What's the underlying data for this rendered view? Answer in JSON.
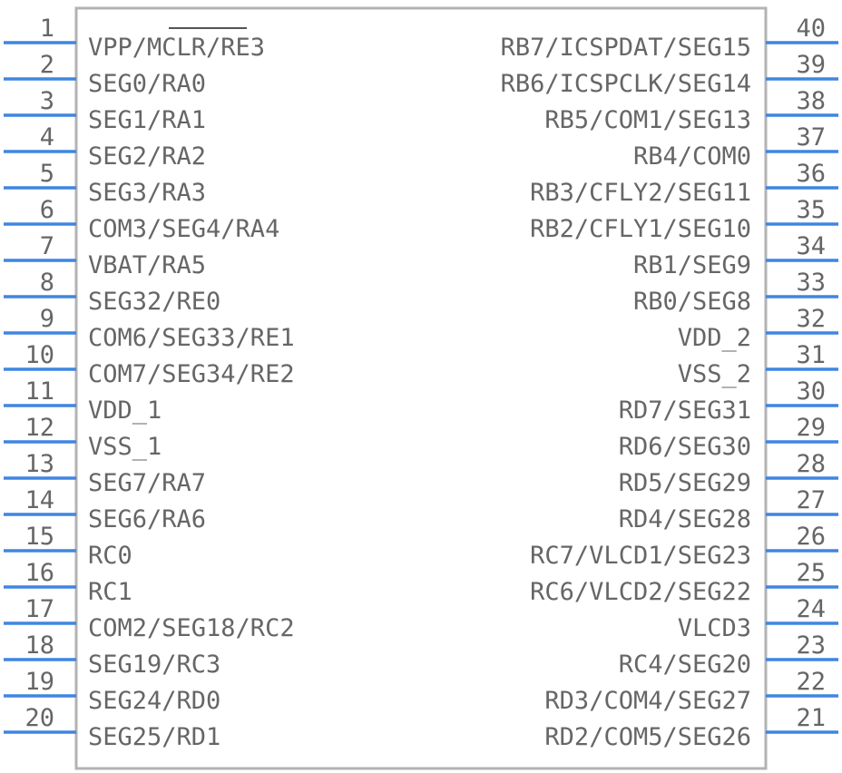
{
  "component": {
    "left_pins": [
      {
        "num": "1",
        "label": "VPP/MCLR/RE3"
      },
      {
        "num": "2",
        "label": "SEG0/RA0"
      },
      {
        "num": "3",
        "label": "SEG1/RA1"
      },
      {
        "num": "4",
        "label": "SEG2/RA2"
      },
      {
        "num": "5",
        "label": "SEG3/RA3"
      },
      {
        "num": "6",
        "label": "COM3/SEG4/RA4"
      },
      {
        "num": "7",
        "label": "VBAT/RA5"
      },
      {
        "num": "8",
        "label": "SEG32/RE0"
      },
      {
        "num": "9",
        "label": "COM6/SEG33/RE1"
      },
      {
        "num": "10",
        "label": "COM7/SEG34/RE2"
      },
      {
        "num": "11",
        "label": "VDD_1"
      },
      {
        "num": "12",
        "label": "VSS_1"
      },
      {
        "num": "13",
        "label": "SEG7/RA7"
      },
      {
        "num": "14",
        "label": "SEG6/RA6"
      },
      {
        "num": "15",
        "label": "RC0"
      },
      {
        "num": "16",
        "label": "RC1"
      },
      {
        "num": "17",
        "label": "COM2/SEG18/RC2"
      },
      {
        "num": "18",
        "label": "SEG19/RC3"
      },
      {
        "num": "19",
        "label": "SEG24/RD0"
      },
      {
        "num": "20",
        "label": "SEG25/RD1"
      }
    ],
    "right_pins": [
      {
        "num": "40",
        "label": "RB7/ICSPDAT/SEG15"
      },
      {
        "num": "39",
        "label": "RB6/ICSPCLK/SEG14"
      },
      {
        "num": "38",
        "label": "RB5/COM1/SEG13"
      },
      {
        "num": "37",
        "label": "RB4/COM0"
      },
      {
        "num": "36",
        "label": "RB3/CFLY2/SEG11"
      },
      {
        "num": "35",
        "label": "RB2/CFLY1/SEG10"
      },
      {
        "num": "34",
        "label": "RB1/SEG9"
      },
      {
        "num": "33",
        "label": "RB0/SEG8"
      },
      {
        "num": "32",
        "label": "VDD_2"
      },
      {
        "num": "31",
        "label": "VSS_2"
      },
      {
        "num": "30",
        "label": "RD7/SEG31"
      },
      {
        "num": "29",
        "label": "RD6/SEG30"
      },
      {
        "num": "28",
        "label": "RD5/SEG29"
      },
      {
        "num": "27",
        "label": "RD4/SEG28"
      },
      {
        "num": "26",
        "label": "RC7/VLCD1/SEG23"
      },
      {
        "num": "25",
        "label": "RC6/VLCD2/SEG22"
      },
      {
        "num": "24",
        "label": "VLCD3"
      },
      {
        "num": "23",
        "label": "RC4/SEG20"
      },
      {
        "num": "22",
        "label": "RD3/COM4/SEG27"
      },
      {
        "num": "21",
        "label": "RD2/COM5/SEG26"
      }
    ]
  },
  "colors": {
    "pin": "#3f86e0",
    "body_outline": "#b3b3b3",
    "text": "#666666"
  }
}
